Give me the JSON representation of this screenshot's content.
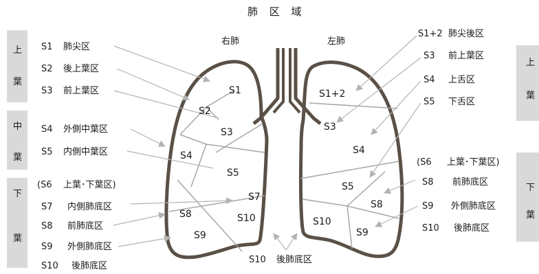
{
  "title": "肺 区 域",
  "lung_labels": {
    "right": "右肺",
    "left": "左肺"
  },
  "lobe_boxes": {
    "left_side": [
      {
        "chars": [
          "上",
          "葉"
        ]
      },
      {
        "chars": [
          "中",
          "葉"
        ]
      },
      {
        "chars": [
          "下",
          "葉"
        ]
      }
    ],
    "right_side": [
      {
        "chars": [
          "上",
          "葉"
        ]
      },
      {
        "chars": [
          "下",
          "葉"
        ]
      }
    ]
  },
  "right_lung_legend": [
    {
      "code": "S1",
      "name": "肺尖区"
    },
    {
      "code": "S2",
      "name": "後上葉区"
    },
    {
      "code": "S3",
      "name": "前上葉区"
    },
    {
      "code": "S4",
      "name": "外側中葉区"
    },
    {
      "code": "S5",
      "name": "内側中葉区"
    },
    {
      "code": "(S6",
      "name": "上葉･下葉区)"
    },
    {
      "code": "S7",
      "name": "内側肺底区"
    },
    {
      "code": "S8",
      "name": "前肺底区"
    },
    {
      "code": "S9",
      "name": "外側肺底区"
    },
    {
      "code": "S10",
      "name": "後肺底区"
    }
  ],
  "left_lung_legend": [
    {
      "code": "S1+2",
      "name": "肺尖後区"
    },
    {
      "code": "S3",
      "name": "前上葉区"
    },
    {
      "code": "S4",
      "name": "上舌区"
    },
    {
      "code": "S5",
      "name": "下舌区"
    },
    {
      "code": "(S6",
      "name": "上葉･下葉区)"
    },
    {
      "code": "S8",
      "name": "前肺底区"
    },
    {
      "code": "S9",
      "name": "外側肺底区"
    },
    {
      "code": "S10",
      "name": "後肺底区"
    }
  ],
  "bottom_label": {
    "code": "S10",
    "name": "後肺底区"
  },
  "segments_right": [
    "S1",
    "S2",
    "S3",
    "S4",
    "S5",
    "S7",
    "S8",
    "S9",
    "S10"
  ],
  "segments_left": [
    "S1+2",
    "S3",
    "S4",
    "S5",
    "S8",
    "S9",
    "S10"
  ],
  "colors": {
    "outline": "#5a5046",
    "divider": "#a6a6a6",
    "arrow": "#b3b3b3",
    "lobe_box": "#d9d9d9"
  }
}
